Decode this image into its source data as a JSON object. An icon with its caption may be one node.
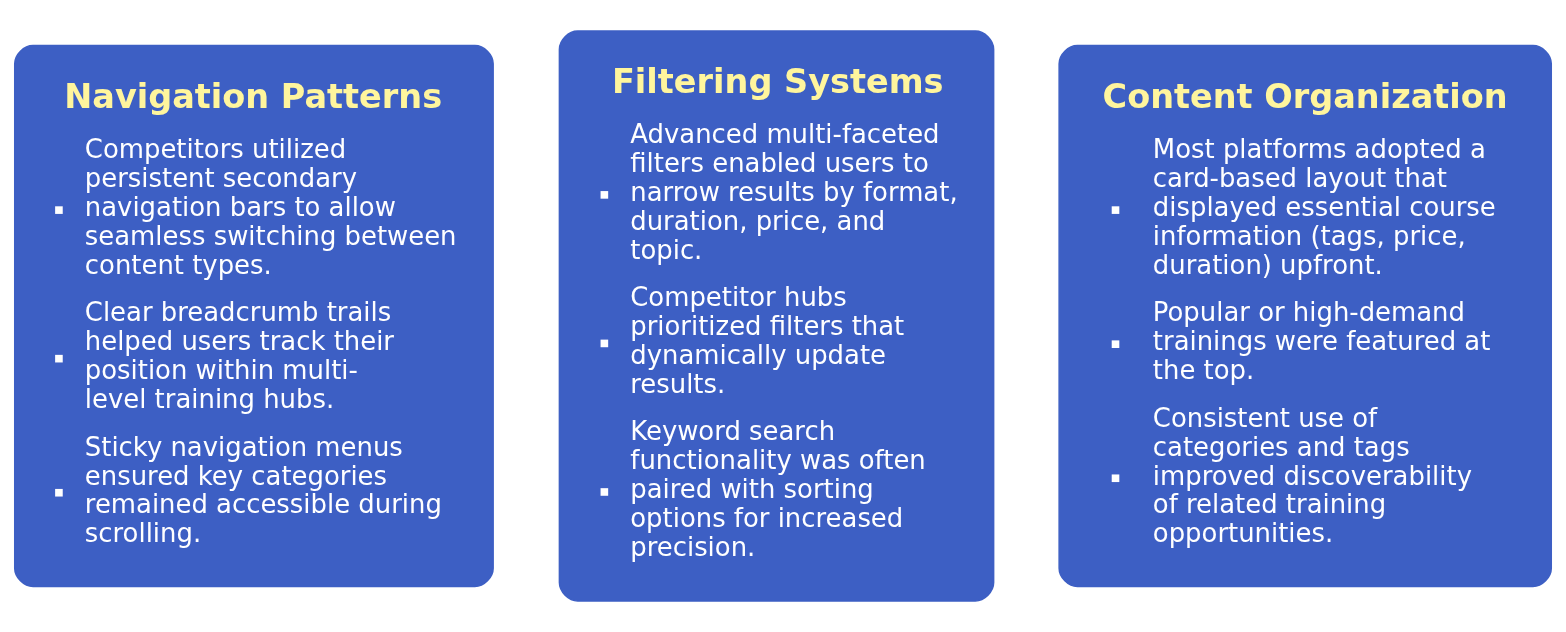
{
  "diagram": {
    "nodes": [
      {
        "text": [
          "Navigation Patterns",
          "Competitors utilized persistent secondary navigation bars to allow seamless switching between content types.",
          "Clear breadcrumb trails helped users track their position within multi-level training hubs.",
          "Sticky navigation menus ensured key categories remained accessible during scrolling."
        ]
      },
      {
        "text": [
          "Filtering Systems",
          "Advanced multi-faceted filters enabled users to narrow results by format, duration, price, and topic.",
          "Competitor hubs prioritized filters that dynamically update results.",
          "Keyword search functionality was often paired with sorting options for increased precision."
        ]
      },
      {
        "text": [
          "Content Organization",
          "Most platforms adopted a card-based layout that displayed essential course information (tags, price, duration) upfront.",
          "Popular or high-demand trainings were featured at the top.",
          "Consistent use of categories and tags improved discoverability of related training opportunities."
        ]
      }
    ]
  }
}
